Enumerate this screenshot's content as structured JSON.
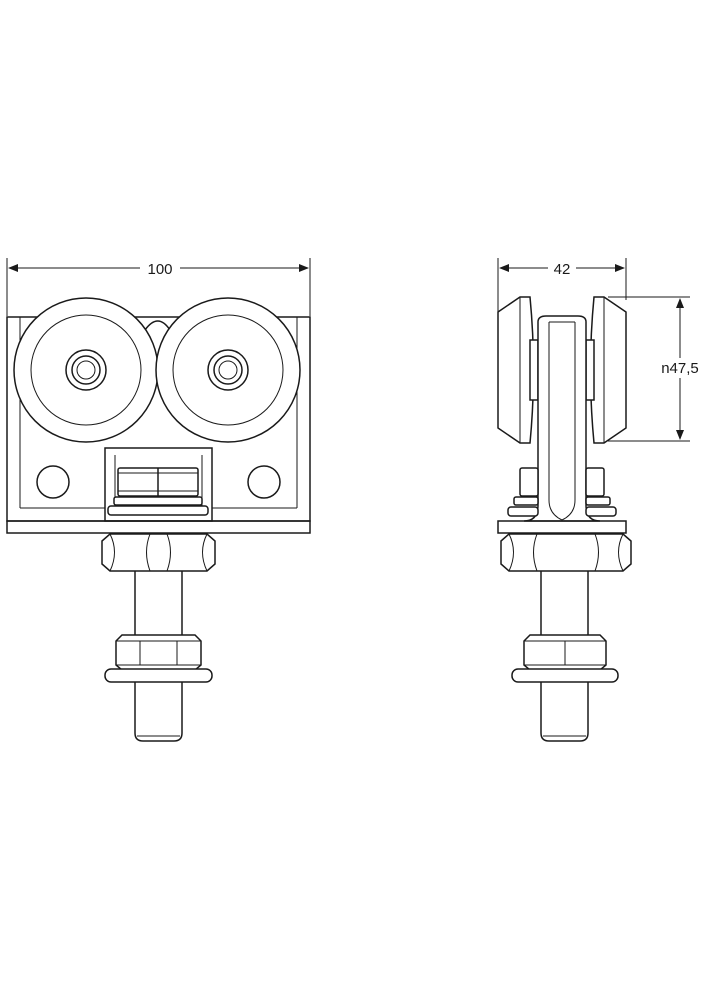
{
  "dimensions": {
    "width": "100",
    "depth": "42",
    "wheel_diameter": "n47,5"
  },
  "colors": {
    "line": "#1a1a1a",
    "background": "#ffffff"
  }
}
